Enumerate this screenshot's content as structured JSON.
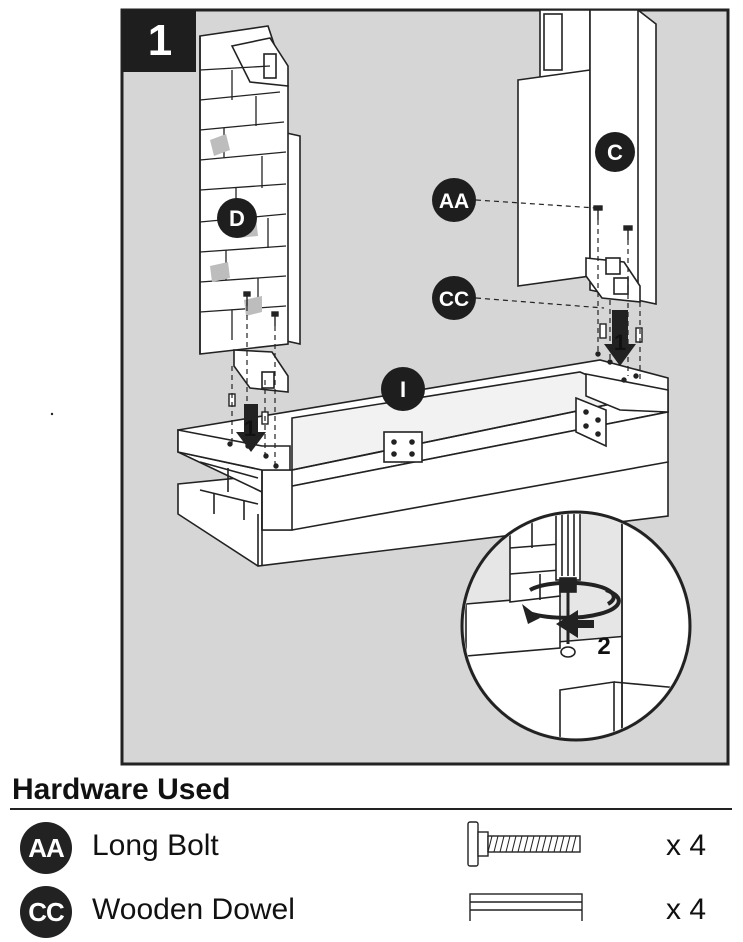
{
  "step": {
    "number": "1"
  },
  "parts": {
    "d": "D",
    "c": "C",
    "i": "I"
  },
  "callouts": {
    "aa": "AA",
    "cc": "CC"
  },
  "arrows": {
    "left": "1",
    "right": "1",
    "zoom": "2"
  },
  "hardware": {
    "title": "Hardware Used",
    "items": [
      {
        "code": "AA",
        "name": "Long Bolt",
        "qty": "x 4"
      },
      {
        "code": "CC",
        "name": "Wooden Dowel",
        "qty": "x 4"
      }
    ]
  },
  "colors": {
    "background": "#d6d6d6",
    "panel": "#ffffff",
    "ink": "#222222"
  }
}
